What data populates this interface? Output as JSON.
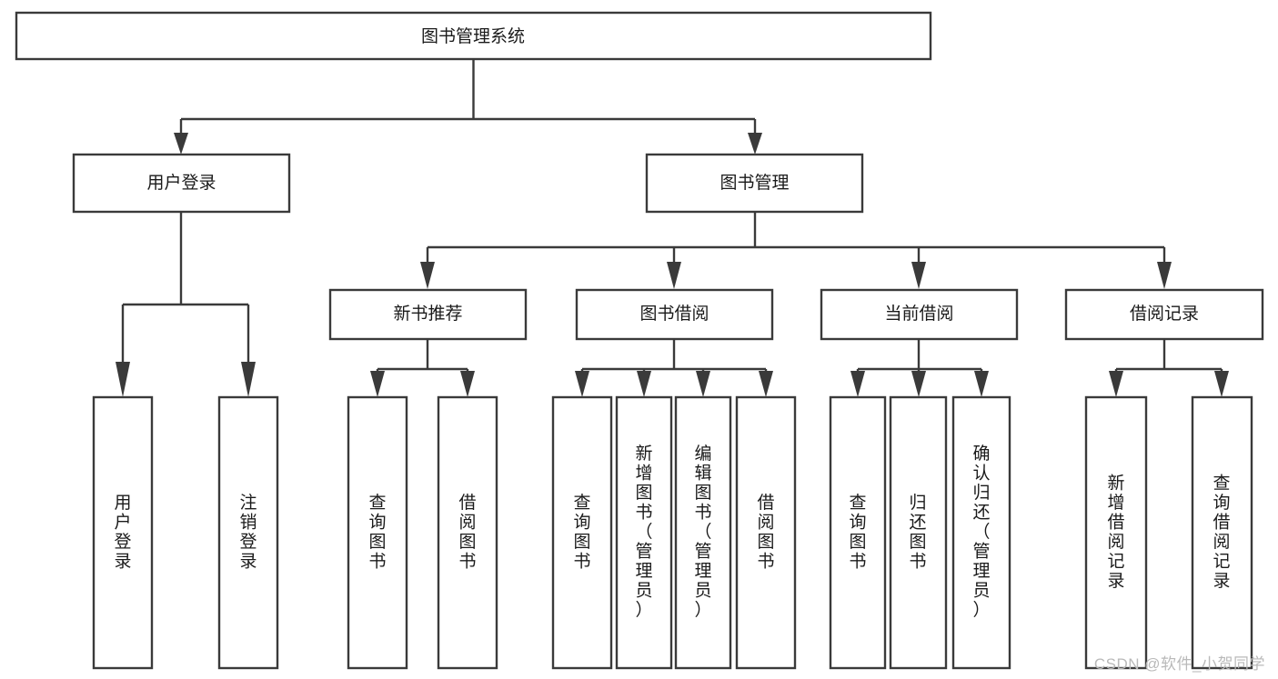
{
  "diagram": {
    "title": "图书管理系统",
    "type": "tree",
    "orientation": "top-down",
    "colors": {
      "box_stroke": "#3a3a3a",
      "box_fill": "#ffffff",
      "edge": "#3a3a3a",
      "text": "#1a1a1a",
      "background": "#ffffff",
      "watermark": "#b9b9b9"
    },
    "nodes": {
      "root": {
        "label": "图书管理系统",
        "level": 0,
        "orientation": "horizontal"
      },
      "l1": [
        {
          "id": "user-login",
          "label": "用户登录",
          "orientation": "horizontal"
        },
        {
          "id": "book-management",
          "label": "图书管理",
          "orientation": "horizontal"
        }
      ],
      "l2": [
        {
          "id": "new-book-recommend",
          "label": "新书推荐",
          "parent": "book-management",
          "orientation": "horizontal"
        },
        {
          "id": "book-borrow",
          "label": "图书借阅",
          "parent": "book-management",
          "orientation": "horizontal"
        },
        {
          "id": "current-borrow",
          "label": "当前借阅",
          "parent": "book-management",
          "orientation": "horizontal"
        },
        {
          "id": "borrow-record",
          "label": "借阅记录",
          "parent": "book-management",
          "orientation": "horizontal"
        }
      ],
      "leaves": [
        {
          "id": "leaf-user-login",
          "label": "用户登录",
          "parent": "user-login",
          "orientation": "vertical"
        },
        {
          "id": "leaf-user-logout",
          "label": "注销登录",
          "parent": "user-login",
          "orientation": "vertical"
        },
        {
          "id": "leaf-query-book-1",
          "label": "查询图书",
          "parent": "new-book-recommend",
          "orientation": "vertical"
        },
        {
          "id": "leaf-borrow-book-1",
          "label": "借阅图书",
          "parent": "new-book-recommend",
          "orientation": "vertical"
        },
        {
          "id": "leaf-query-book-2",
          "label": "查询图书",
          "parent": "book-borrow",
          "orientation": "vertical"
        },
        {
          "id": "leaf-add-book",
          "label": "新增图书（管理员）",
          "parent": "book-borrow",
          "orientation": "vertical"
        },
        {
          "id": "leaf-edit-book",
          "label": "编辑图书（管理员）",
          "parent": "book-borrow",
          "orientation": "vertical"
        },
        {
          "id": "leaf-borrow-book-2",
          "label": "借阅图书",
          "parent": "book-borrow",
          "orientation": "vertical"
        },
        {
          "id": "leaf-query-book-3",
          "label": "查询图书",
          "parent": "current-borrow",
          "orientation": "vertical"
        },
        {
          "id": "leaf-return-book",
          "label": "归还图书",
          "parent": "current-borrow",
          "orientation": "vertical"
        },
        {
          "id": "leaf-confirm-return",
          "label": "确认归还（管理员）",
          "parent": "current-borrow",
          "orientation": "vertical"
        },
        {
          "id": "leaf-add-record",
          "label": "新增借阅记录",
          "parent": "borrow-record",
          "orientation": "vertical"
        },
        {
          "id": "leaf-query-record",
          "label": "查询借阅记录",
          "parent": "borrow-record",
          "orientation": "vertical"
        }
      ]
    }
  },
  "watermark": {
    "text": "CSDN @软件_小贺同学"
  }
}
